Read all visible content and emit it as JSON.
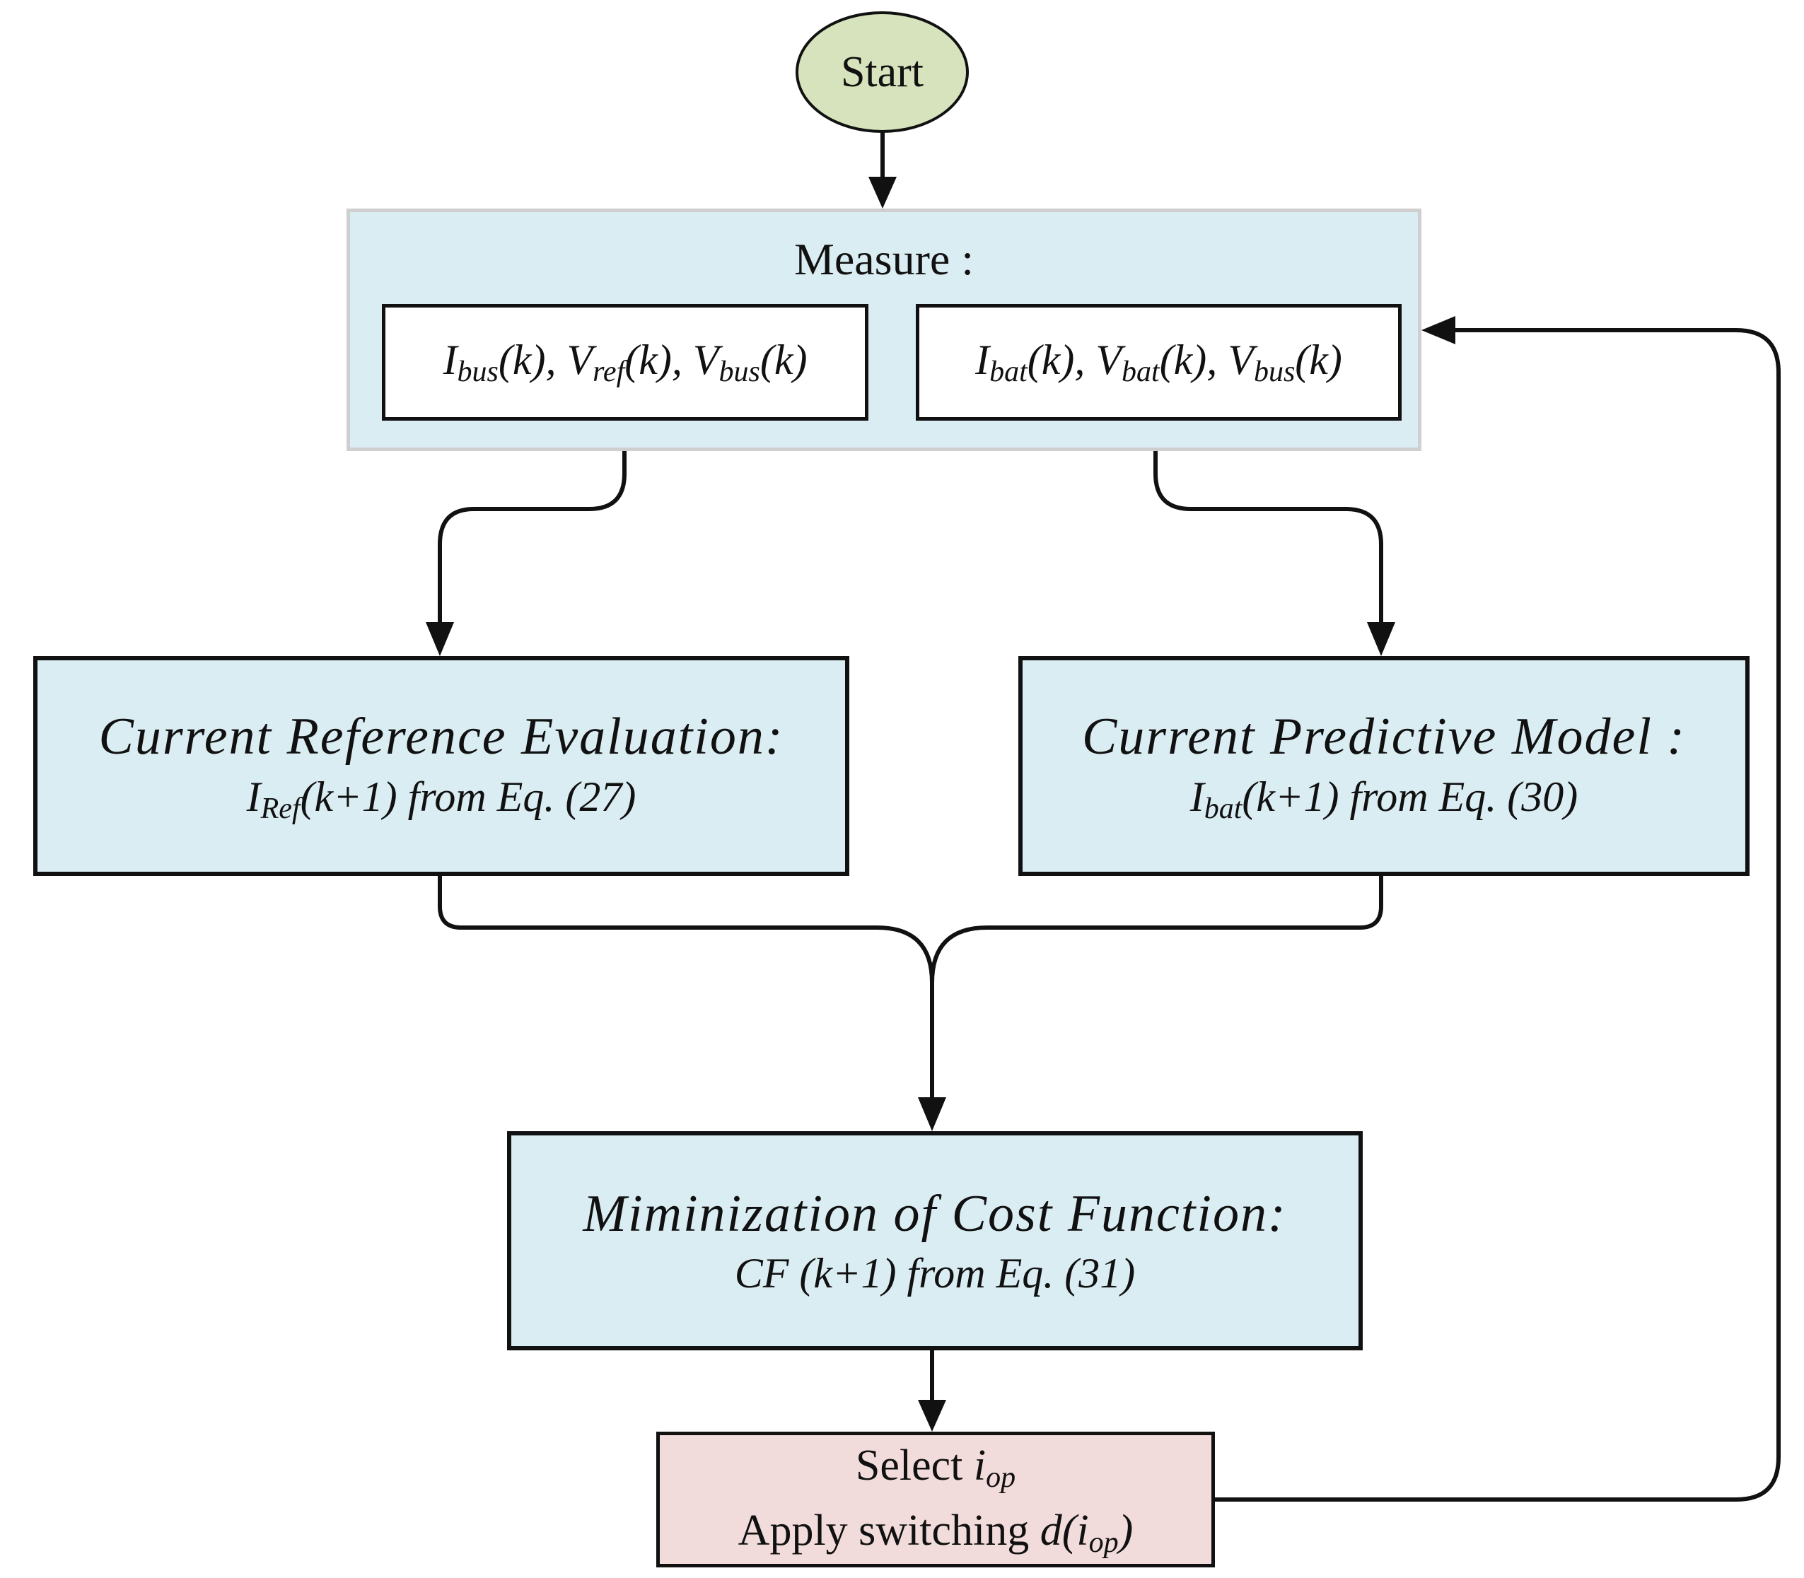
{
  "start": {
    "label": "Start"
  },
  "measure": {
    "title": "Measure :",
    "left": [
      {
        "sym": "I",
        "sub": "bus",
        "arg": "(k), "
      },
      {
        "sym": "V",
        "sub": "ref",
        "arg": "(k), "
      },
      {
        "sym": "V",
        "sub": "bus",
        "arg": "(k)"
      }
    ],
    "right": [
      {
        "sym": "I",
        "sub": "bat",
        "arg": "(k), "
      },
      {
        "sym": "V",
        "sub": "bat",
        "arg": "(k), "
      },
      {
        "sym": "V",
        "sub": "bus",
        "arg": "(k)"
      }
    ]
  },
  "reference_eval": {
    "title": "Current Reference Evaluation:",
    "sym": "I",
    "sub": "Ref",
    "rest": "(k+1) from Eq. (27)"
  },
  "predictive_model": {
    "title": "Current Predictive Model :",
    "sym": "I",
    "sub": "bat",
    "rest": "(k+1) from Eq. (30)"
  },
  "cost_function": {
    "title": "Miminization of Cost Function:",
    "formula": "CF (k+1) from Eq. (31)"
  },
  "select": {
    "line1_text": "Select ",
    "line1_sym": "i",
    "line1_sub": "op",
    "line2_text": "Apply switching ",
    "line2_sym": "d(i",
    "line2_sub": "op",
    "line2_close": ")"
  }
}
